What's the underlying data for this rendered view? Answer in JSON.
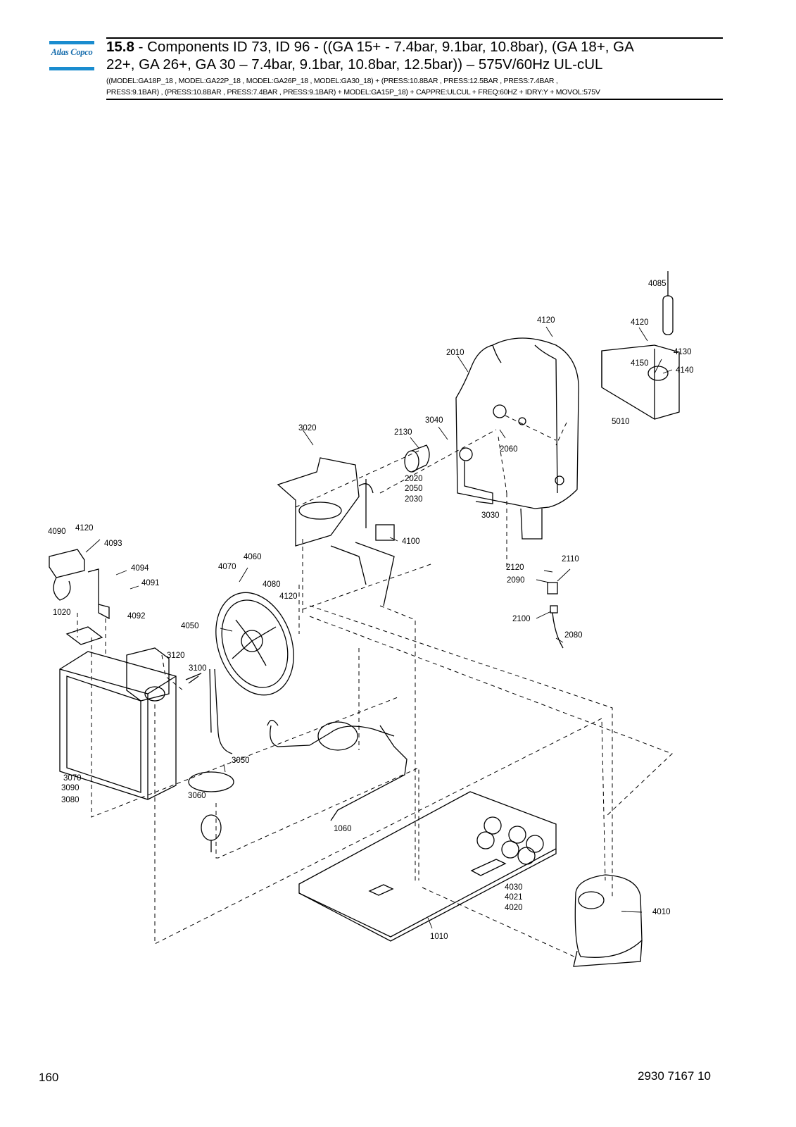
{
  "header": {
    "logo_text": "Atlas Copco",
    "section_number": "15.8",
    "title_line1": " - Components ID 73, ID 96 - ((GA 15+ - 7.4bar, 9.1bar, 10.8bar), (GA 18+, GA",
    "title_line2": "22+, GA 26+, GA 30 – 7.4bar, 9.1bar, 10.8bar, 12.5bar)) – 575V/60Hz UL-cUL",
    "filter_line1": "((MODEL:GA18P_18 , MODEL:GA22P_18 , MODEL:GA26P_18 , MODEL:GA30_18) + (PRESS:10.8BAR , PRESS:12.5BAR , PRESS:7.4BAR ,",
    "filter_line2": "PRESS:9.1BAR) , (PRESS:10.8BAR , PRESS:7.4BAR , PRESS:9.1BAR) + MODEL:GA15P_18) + CAPPRE:ULCUL + FREQ:60HZ + IDRY:Y + MOVOL:575V"
  },
  "callouts": {
    "c4085": "4085",
    "c4120a": "4120",
    "c4120b": "4120",
    "c4120c": "4120",
    "c4120d": "4120",
    "c2010": "2010",
    "c4130": "4130",
    "c4150": "4150",
    "c4140": "4140",
    "c5010": "5010",
    "c3040": "3040",
    "c2130": "2130",
    "c3020": "3020",
    "c2060": "2060",
    "c2020": "2020",
    "c2050": "2050",
    "c2030": "2030",
    "c3030": "3030",
    "c4100": "4100",
    "c4090": "4090",
    "c4093": "4093",
    "c4094": "4094",
    "c4091": "4091",
    "c4092": "4092",
    "c4070": "4070",
    "c4060": "4060",
    "c4080": "4080",
    "c1020": "1020",
    "c4050": "4050",
    "c2120": "2120",
    "c2110": "2110",
    "c2090": "2090",
    "c2100": "2100",
    "c2080": "2080",
    "c3120": "3120",
    "c3100": "3100",
    "c3050": "3050",
    "c3070": "3070",
    "c3090": "3090",
    "c3080": "3080",
    "c3060": "3060",
    "c1060": "1060",
    "c4030": "4030",
    "c4021": "4021",
    "c4020": "4020",
    "c4010": "4010",
    "c1010": "1010"
  },
  "footer": {
    "page_number": "160",
    "document_number": "2930 7167 10"
  }
}
